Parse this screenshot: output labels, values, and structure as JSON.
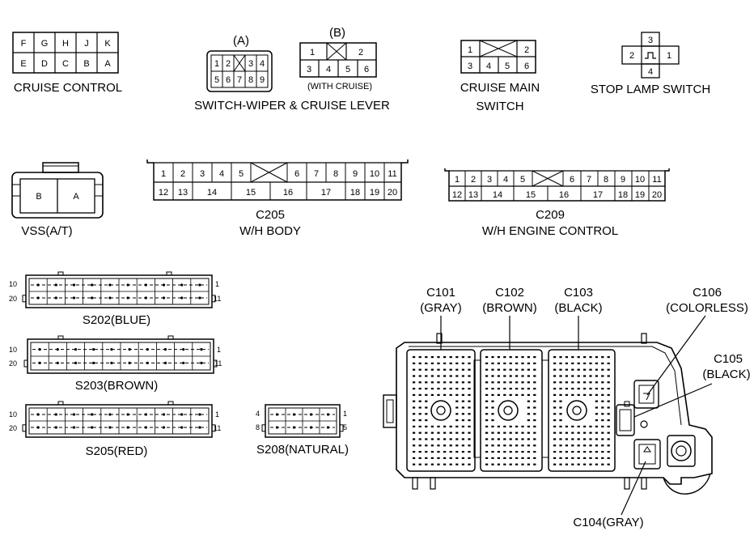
{
  "cruise_control": {
    "title": "CRUISE CONTROL",
    "top_pins": [
      "F",
      "G",
      "H",
      "J",
      "K"
    ],
    "bottom_pins": [
      "E",
      "D",
      "C",
      "B",
      "A"
    ]
  },
  "switch_wiper": {
    "title": "SWITCH-WIPER & CRUISE LEVER",
    "variant_a": {
      "label": "(A)",
      "top_pins": [
        "1",
        "2",
        "3",
        "4"
      ],
      "bottom_pins": [
        "5",
        "6",
        "7",
        "8",
        "9"
      ]
    },
    "variant_b": {
      "label": "(B)",
      "sublabel": "(WITH CRUISE)",
      "top_pins": [
        "1",
        "",
        "2"
      ],
      "bottom_pins": [
        "3",
        "4",
        "5",
        "6"
      ]
    }
  },
  "cruise_main_switch": {
    "title_line1": "CRUISE  MAIN",
    "title_line2": "SWITCH",
    "top_pins": [
      "1",
      "",
      "2"
    ],
    "bottom_pins": [
      "3",
      "4",
      "5",
      "6"
    ]
  },
  "stop_lamp_switch": {
    "title": "STOP LAMP SWITCH",
    "pins": [
      "1",
      "2",
      "3",
      "4"
    ]
  },
  "vss": {
    "title": "VSS(A/T)",
    "pins": [
      "B",
      "A"
    ]
  },
  "c205": {
    "id": "C205",
    "title": "W/H BODY",
    "top_pins": [
      "1",
      "2",
      "3",
      "4",
      "5",
      "",
      "6",
      "7",
      "8",
      "9",
      "10",
      "11"
    ],
    "bottom_pins": [
      "12",
      "13",
      "14",
      "15",
      "16",
      "17",
      "18",
      "19",
      "20"
    ]
  },
  "c209": {
    "id": "C209",
    "title": "W/H ENGINE CONTROL",
    "top_pins": [
      "1",
      "2",
      "3",
      "4",
      "5",
      "",
      "6",
      "7",
      "8",
      "9",
      "10",
      "11"
    ],
    "bottom_pins": [
      "12",
      "13",
      "14",
      "15",
      "16",
      "17",
      "18",
      "19",
      "20"
    ]
  },
  "splices": [
    {
      "name": "S202(BLUE)",
      "left_top": "10",
      "left_bottom": "20",
      "right_top": "1",
      "right_bottom": "11"
    },
    {
      "name": "S203(BROWN)",
      "left_top": "10",
      "left_bottom": "20",
      "right_top": "1",
      "right_bottom": "11"
    },
    {
      "name": "S205(RED)",
      "left_top": "10",
      "left_bottom": "20",
      "right_top": "1",
      "right_bottom": "11"
    },
    {
      "name": "S208(NATURAL)",
      "left_top": "4",
      "left_bottom": "8",
      "right_top": "1",
      "right_bottom": "5"
    }
  ],
  "junction_block": {
    "callouts": [
      {
        "id": "C101",
        "color": "(GRAY)"
      },
      {
        "id": "C102",
        "color": "(BROWN)"
      },
      {
        "id": "C103",
        "color": "(BLACK)"
      },
      {
        "id": "C106",
        "color": "(COLORLESS)"
      },
      {
        "id": "C105",
        "color": "(BLACK)"
      },
      {
        "id": "C104(GRAY)",
        "color": ""
      }
    ]
  }
}
